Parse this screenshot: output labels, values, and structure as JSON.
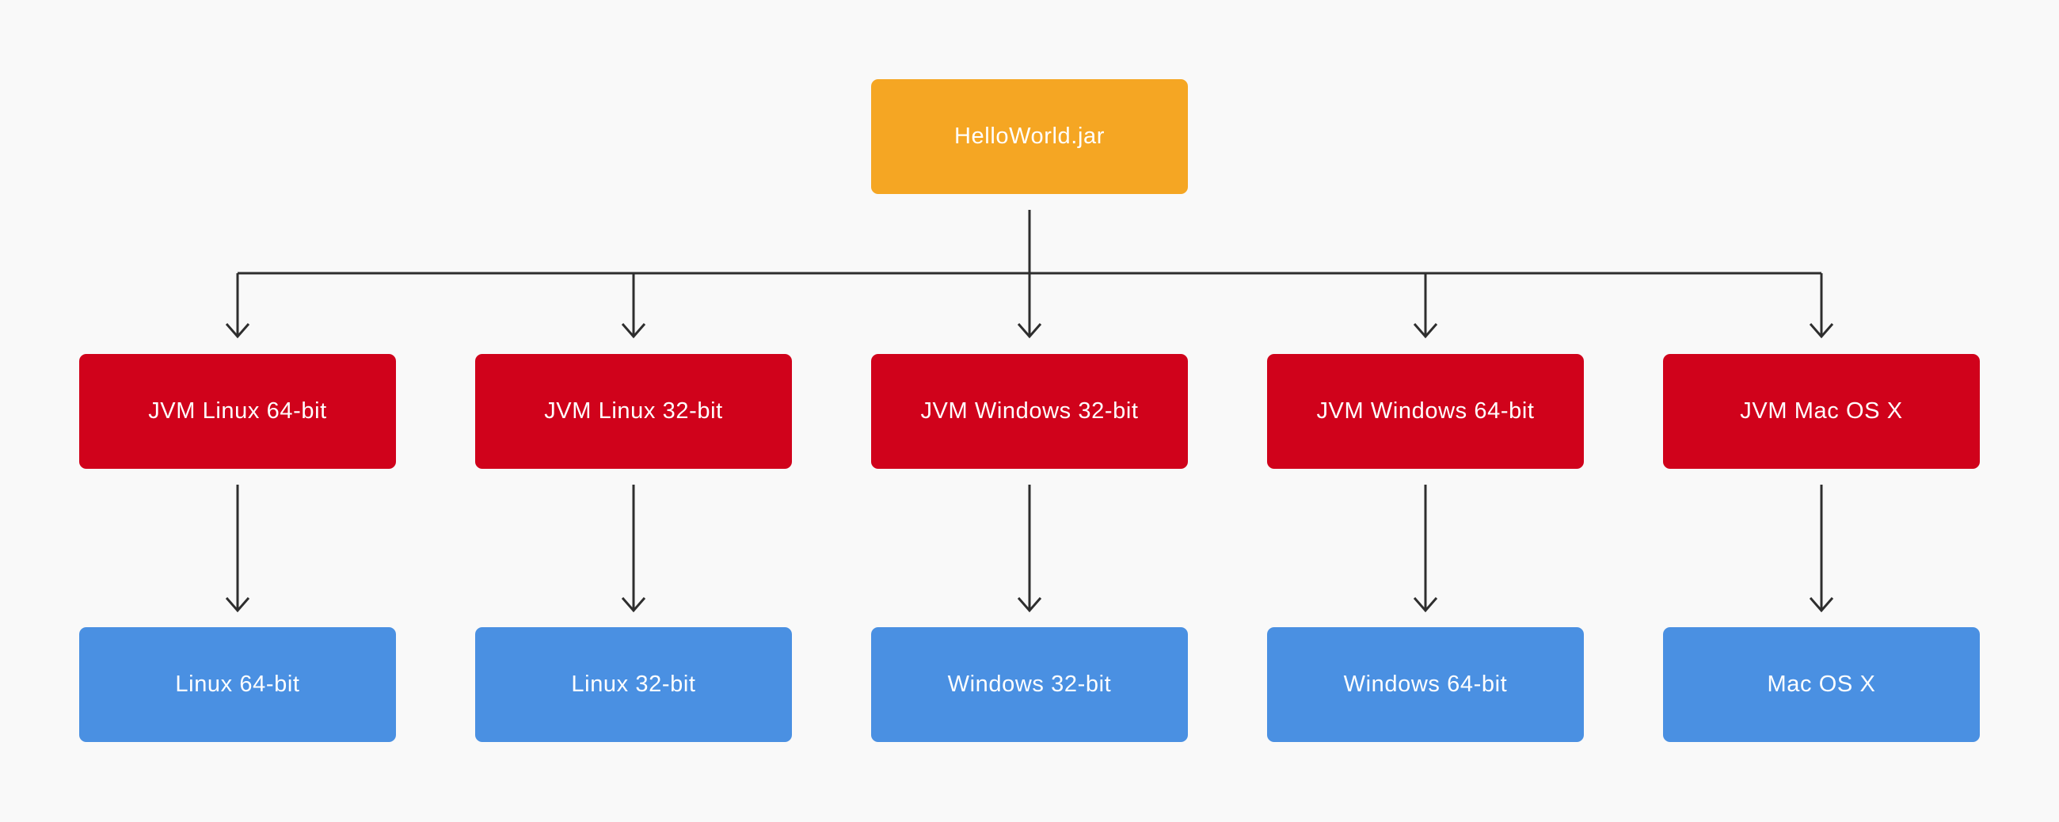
{
  "diagram": {
    "type": "flowchart",
    "description": "Java JAR portability tree: one jar file runs on multiple JVMs, each JVM targets one operating system",
    "root": {
      "label": "HelloWorld.jar",
      "color": "#F5A623"
    },
    "jvm_row": [
      {
        "label": "JVM Linux 64-bit"
      },
      {
        "label": "JVM Linux 32-bit"
      },
      {
        "label": "JVM Windows 32-bit"
      },
      {
        "label": "JVM Windows 64-bit"
      },
      {
        "label": "JVM Mac OS X"
      }
    ],
    "os_row": [
      {
        "label": "Linux 64-bit"
      },
      {
        "label": "Linux 32-bit"
      },
      {
        "label": "Windows 32-bit"
      },
      {
        "label": "Windows 64-bit"
      },
      {
        "label": "Mac OS X"
      }
    ],
    "edges": [
      {
        "from": "HelloWorld.jar",
        "to": "JVM Linux 64-bit"
      },
      {
        "from": "HelloWorld.jar",
        "to": "JVM Linux 32-bit"
      },
      {
        "from": "HelloWorld.jar",
        "to": "JVM Windows 32-bit"
      },
      {
        "from": "HelloWorld.jar",
        "to": "JVM Windows 64-bit"
      },
      {
        "from": "HelloWorld.jar",
        "to": "JVM Mac OS X"
      },
      {
        "from": "JVM Linux 64-bit",
        "to": "Linux 64-bit"
      },
      {
        "from": "JVM Linux 32-bit",
        "to": "Linux 32-bit"
      },
      {
        "from": "JVM Windows 32-bit",
        "to": "Windows 32-bit"
      },
      {
        "from": "JVM Windows 64-bit",
        "to": "Windows 64-bit"
      },
      {
        "from": "JVM Mac OS X",
        "to": "Mac OS X"
      }
    ],
    "colors": {
      "root_box": "#F5A623",
      "jvm_box": "#D0021B",
      "os_box": "#4A90E2",
      "box_text": "#FFFFFF",
      "connector": "#2E2E2E",
      "background": "#F9F9F9"
    }
  }
}
